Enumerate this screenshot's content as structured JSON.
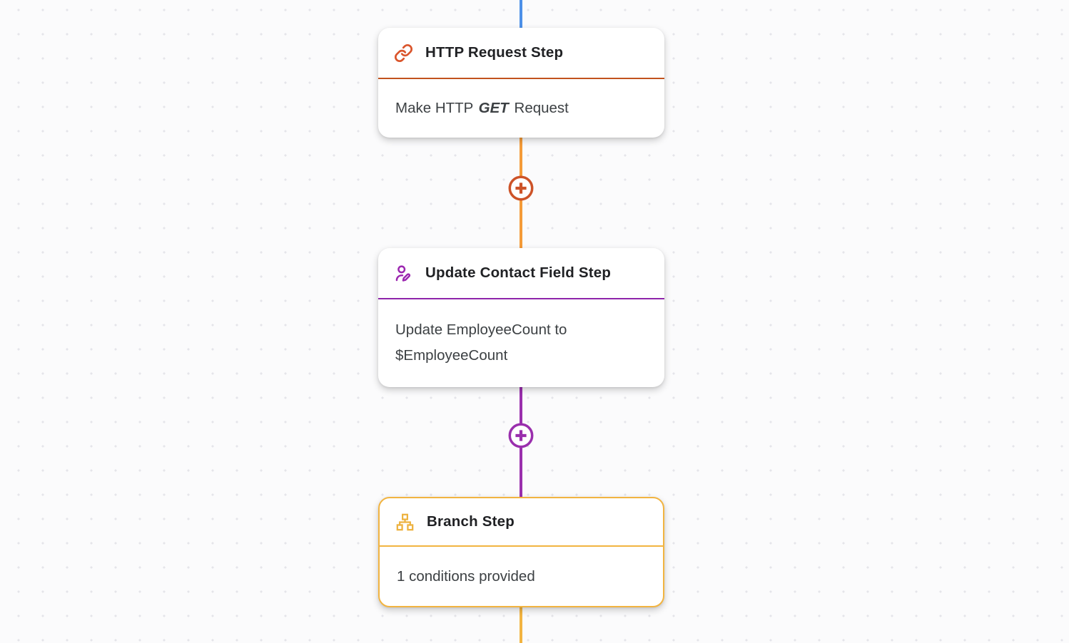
{
  "canvas": {
    "background_color": "#fbfbfc",
    "dot_color": "#e5e5ea"
  },
  "connectors": [
    {
      "name": "incoming-connector",
      "color": "#4d90e8"
    },
    {
      "name": "http-to-update-connector",
      "color": "#f49b38"
    },
    {
      "name": "update-to-branch-connector",
      "color": "#9a2fad"
    },
    {
      "name": "branch-outgoing-connector",
      "color": "#f2b441"
    }
  ],
  "add_buttons": [
    {
      "name": "add-step-after-http",
      "color": "#cd5328",
      "symbol": "+"
    },
    {
      "name": "add-step-after-update",
      "color": "#9a2fad",
      "symbol": "+"
    }
  ],
  "steps": [
    {
      "title": "HTTP Request Step",
      "icon": "link-icon",
      "accent_color": "#c2531e",
      "icon_color": "#da552c",
      "description": {
        "prefix": "Make HTTP ",
        "emphasis": "GET",
        "suffix": " Request"
      }
    },
    {
      "title": "Update Contact Field Step",
      "icon": "user-edit-icon",
      "accent_color": "#8e24aa",
      "icon_color": "#9c27b0",
      "description": "Update EmployeeCount to $EmployeeCount"
    },
    {
      "title": "Branch Step",
      "icon": "sitemap-icon",
      "accent_color": "#f2b441",
      "icon_color": "#edb23f",
      "description": "1 conditions provided"
    }
  ],
  "text_colors": {
    "title": "#202124",
    "body": "#3c4043"
  }
}
